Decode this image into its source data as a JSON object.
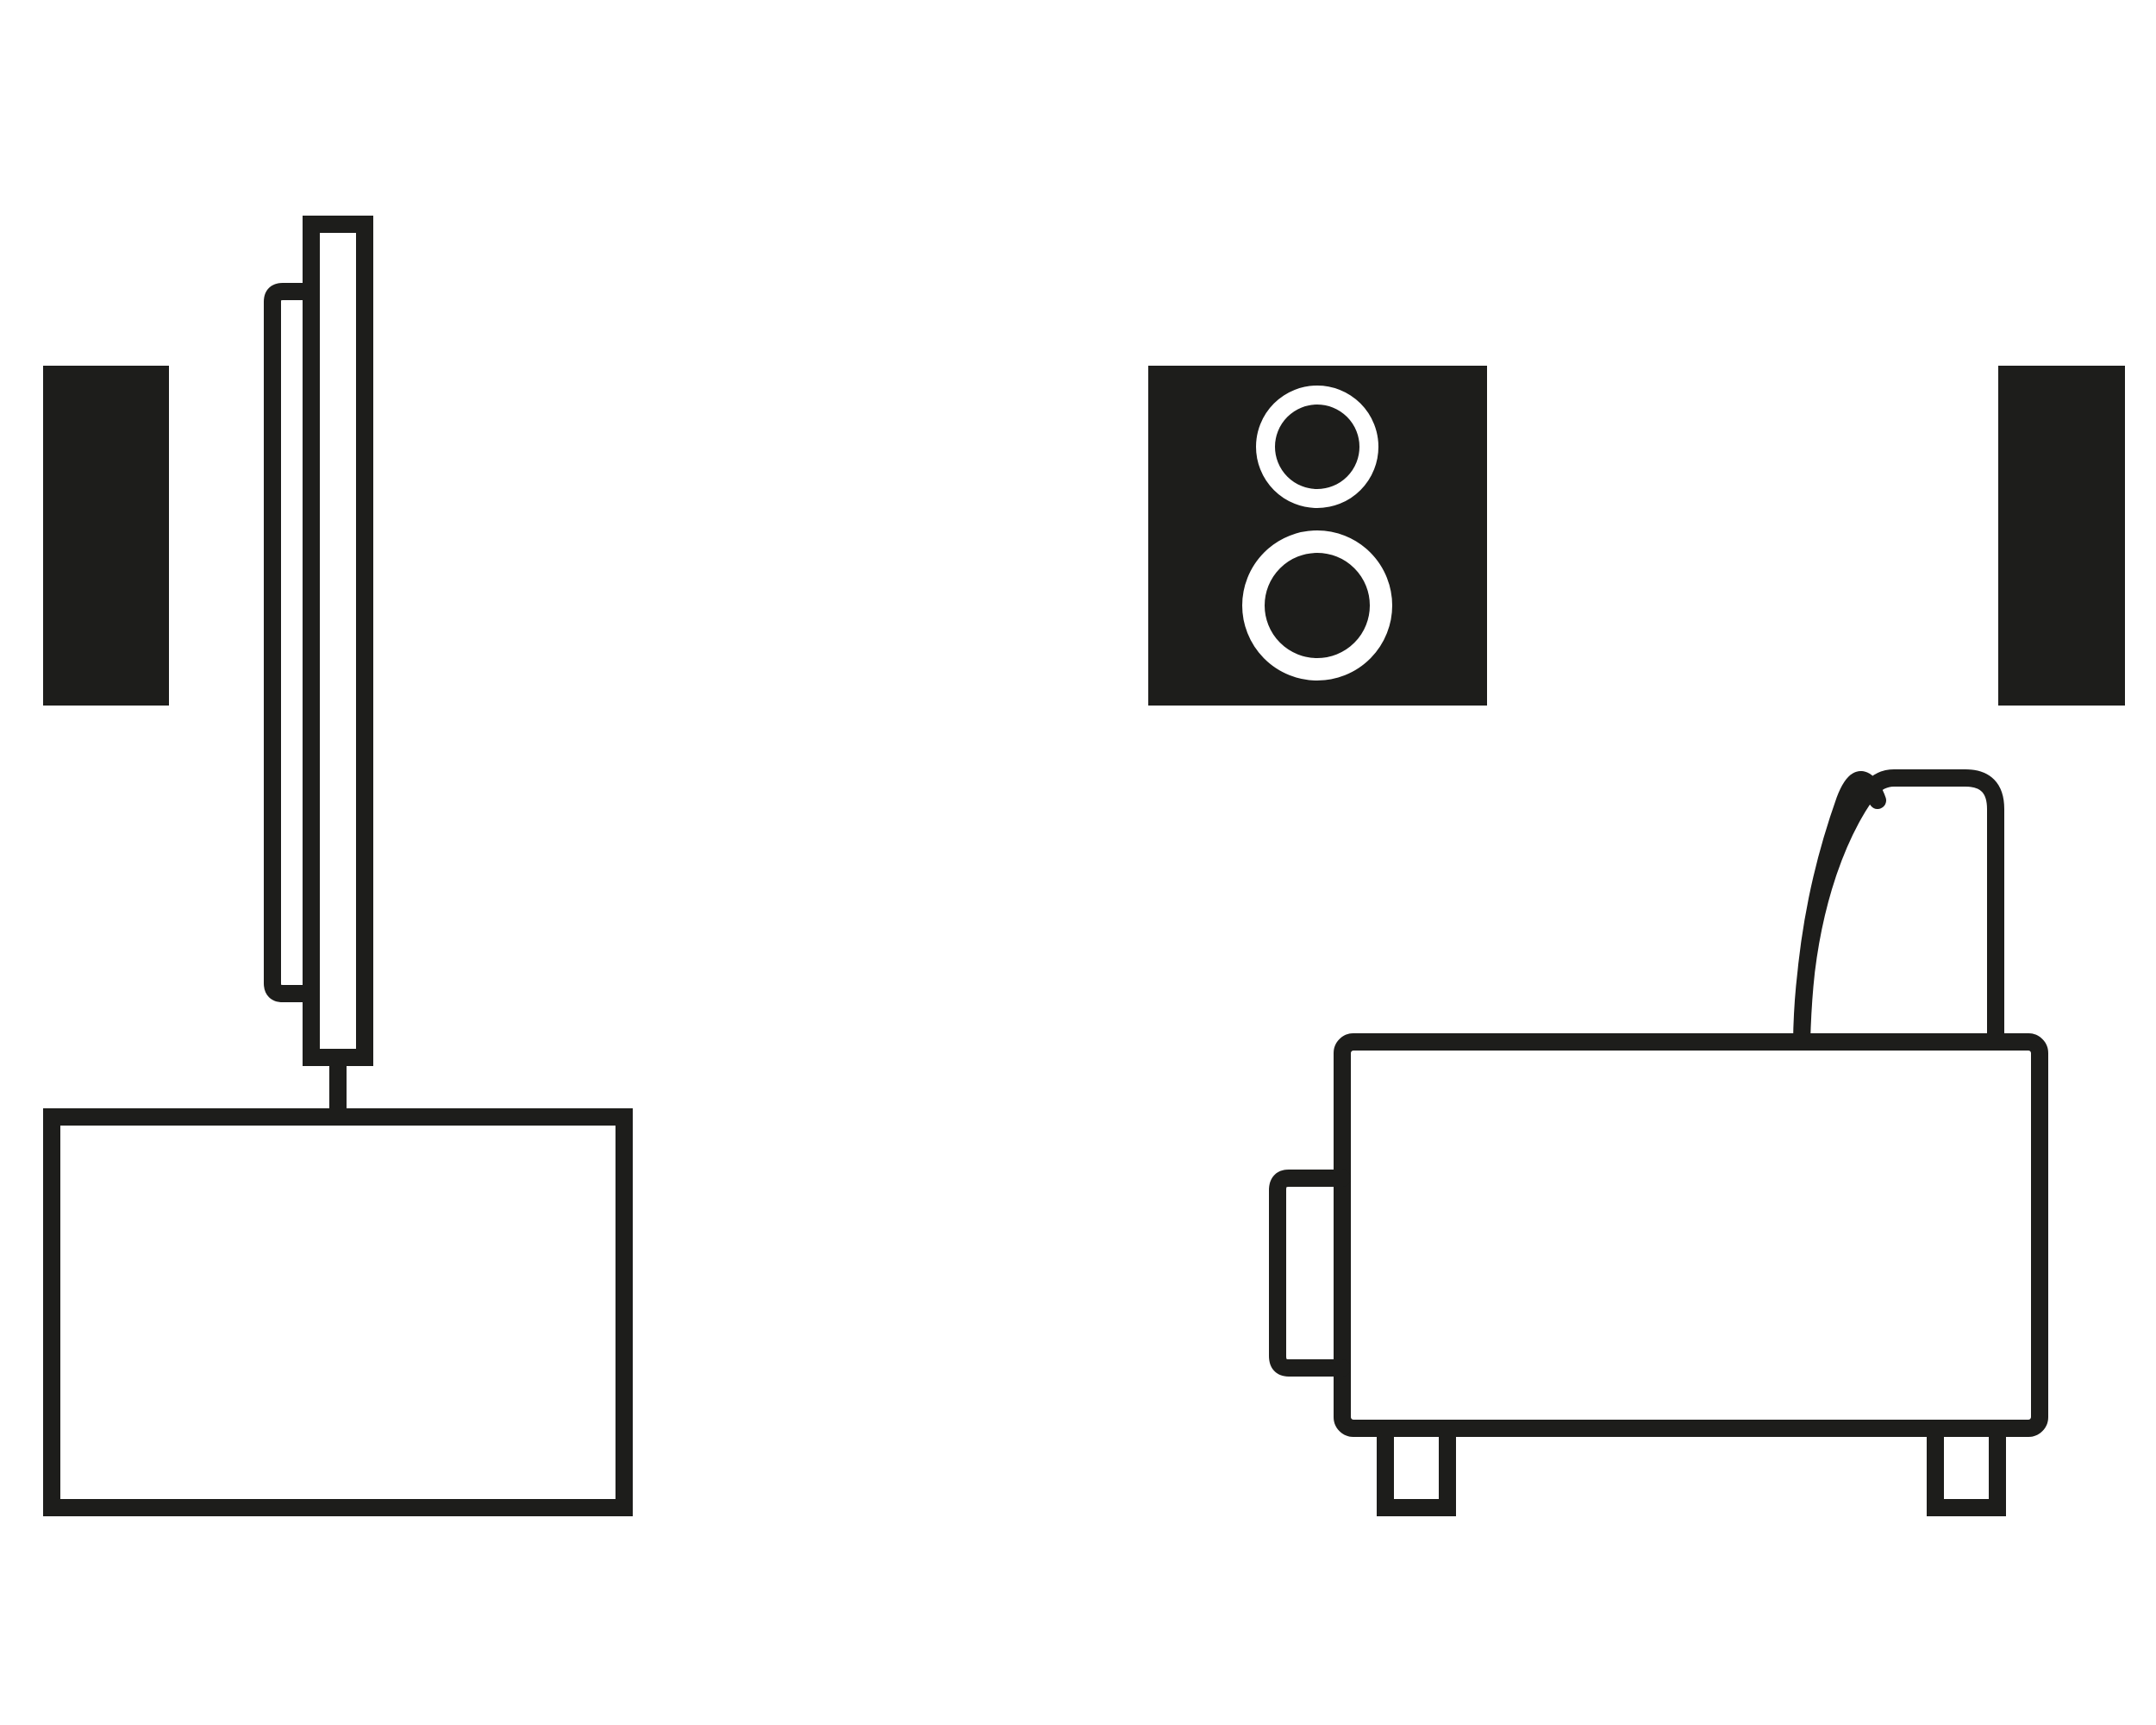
{
  "diagram": {
    "kind": "home-theater-speaker-placement",
    "colors": {
      "ink": "#1d1d1b",
      "background": "#ffffff"
    },
    "elements": [
      {
        "id": "front-left-speaker",
        "icon": "tower-speaker-icon"
      },
      {
        "id": "floor-standing-speaker",
        "icon": "floor-speaker-icon"
      },
      {
        "id": "tv-stand",
        "icon": "cabinet-icon"
      },
      {
        "id": "center-speaker",
        "icon": "bookshelf-speaker-icon"
      },
      {
        "id": "front-right-speaker",
        "icon": "tower-speaker-icon"
      },
      {
        "id": "sofa",
        "icon": "armchair-icon"
      }
    ]
  }
}
